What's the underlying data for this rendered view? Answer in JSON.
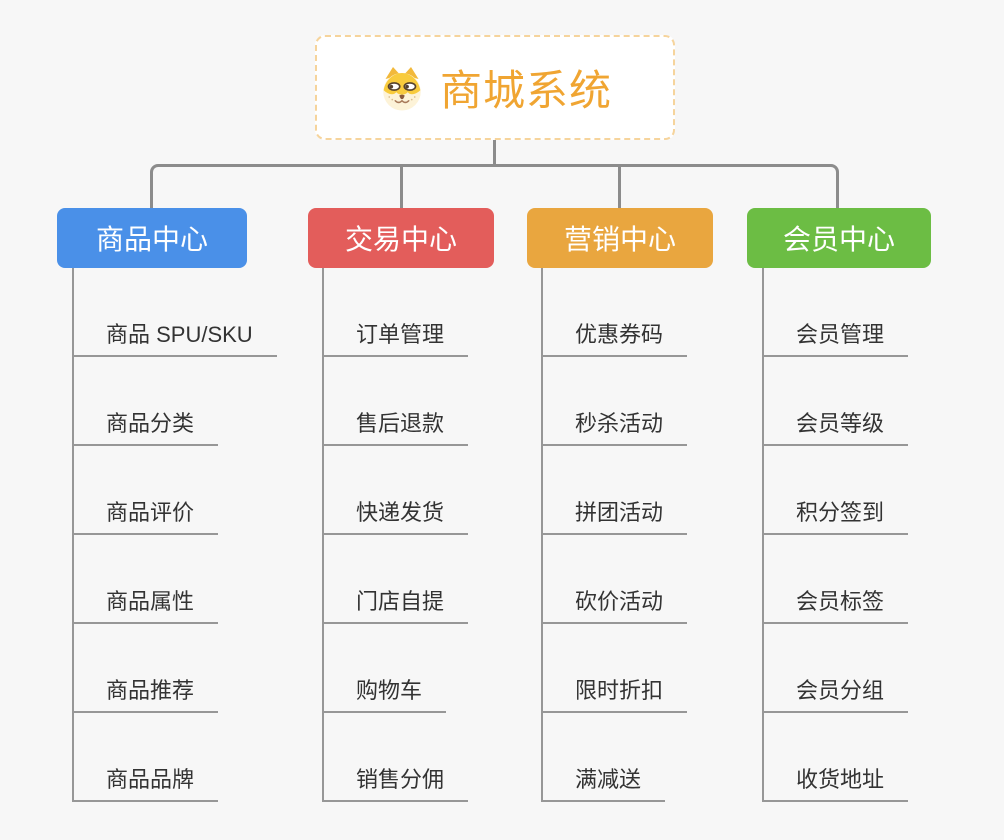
{
  "canvas": {
    "background": "#f7f7f7",
    "connector_color": "#8c8c8c",
    "underline_color": "#979797"
  },
  "root": {
    "title": "商城系统",
    "icon": "shiba-dog-icon",
    "text_color": "#f0a532",
    "border_color": "#f6d49c"
  },
  "branches": [
    {
      "label": "商品中心",
      "color": "#4a90e8",
      "children": [
        "商品 SPU/SKU",
        "商品分类",
        "商品评价",
        "商品属性",
        "商品推荐",
        "商品品牌"
      ]
    },
    {
      "label": "交易中心",
      "color": "#e35d5b",
      "children": [
        "订单管理",
        "售后退款",
        "快递发货",
        "门店自提",
        "购物车",
        "销售分佣"
      ]
    },
    {
      "label": "营销中心",
      "color": "#e9a63f",
      "children": [
        "优惠券码",
        "秒杀活动",
        "拼团活动",
        "砍价活动",
        "限时折扣",
        "满减送"
      ]
    },
    {
      "label": "会员中心",
      "color": "#6cbd44",
      "children": [
        "会员管理",
        "会员等级",
        "积分签到",
        "会员标签",
        "会员分组",
        "收货地址"
      ]
    }
  ]
}
